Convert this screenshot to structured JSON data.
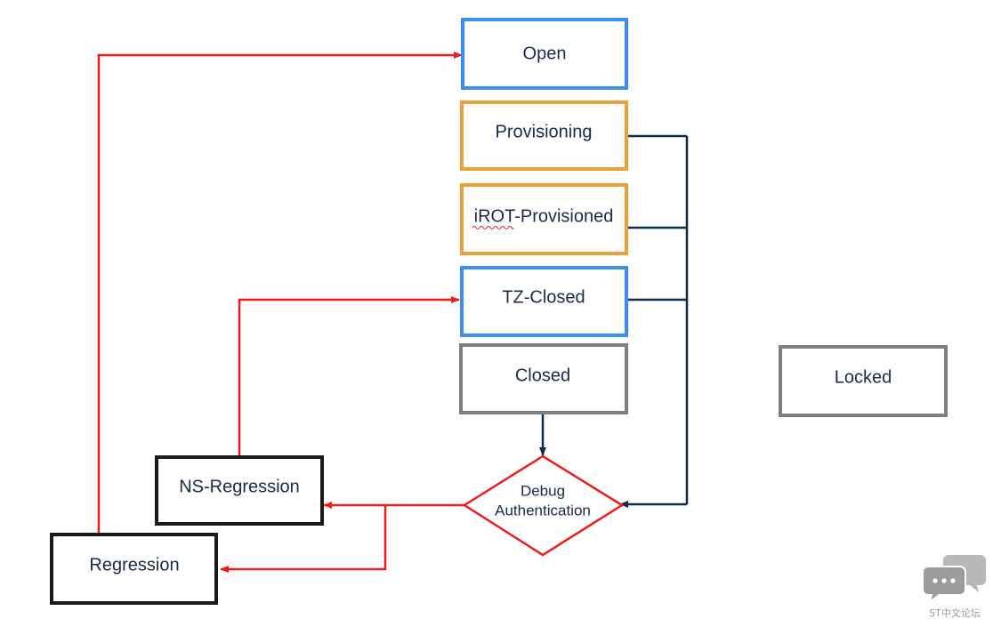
{
  "states": {
    "open": "Open",
    "provisioning": "Provisioning",
    "irot_provisioned": "iROT-Provisioned",
    "tz_closed": "TZ-Closed",
    "closed": "Closed",
    "locked": "Locked",
    "ns_regression": "NS-Regression",
    "regression": "Regression"
  },
  "decision": {
    "line1": "Debug",
    "line2": "Authentication"
  },
  "colors": {
    "blue_border": "#3c8ef0",
    "orange_border": "#e8a23c",
    "gray_border": "#7f7f7f",
    "black_border": "#1a1a1a",
    "red_arrow": "#f01c1c",
    "navy_arrow": "#0e2c52",
    "text": "#1a2a4a"
  },
  "watermark": {
    "icon": "chat-bubbles-icon",
    "label": "ST中文论坛"
  }
}
